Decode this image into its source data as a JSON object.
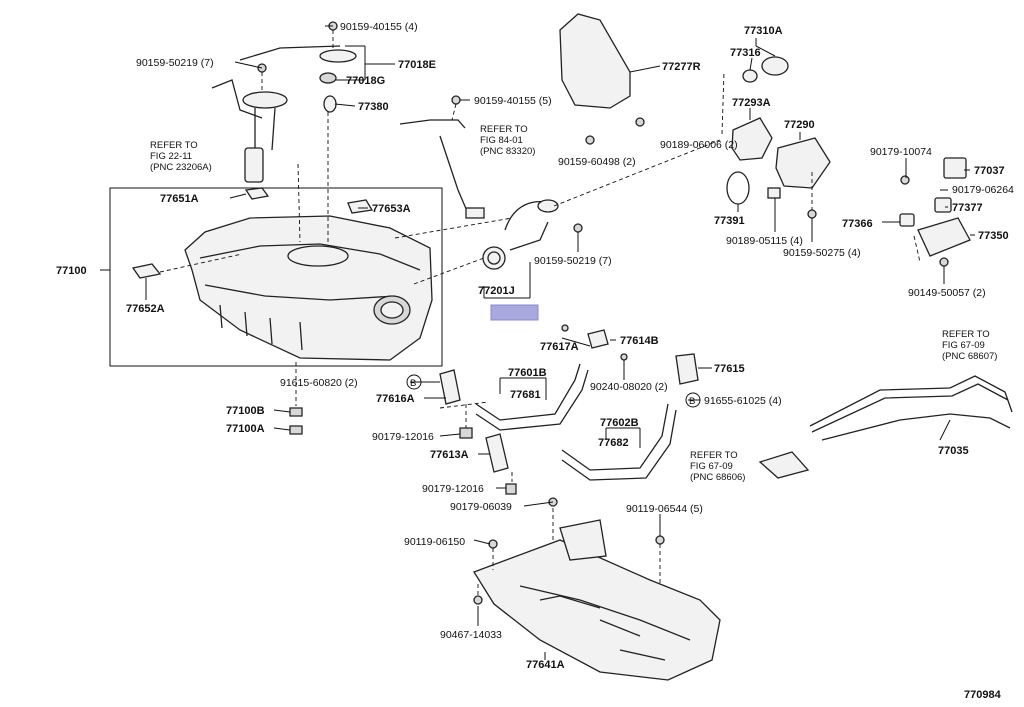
{
  "diagram_id": "770984",
  "refer_notes": [
    {
      "id": "ref-fig-22-11",
      "lines": [
        "REFER TO",
        "FIG 22-11",
        "(PNC 23206A)"
      ]
    },
    {
      "id": "ref-fig-84-01",
      "lines": [
        "REFER TO",
        "FIG 84-01",
        "(PNC 83320)"
      ]
    },
    {
      "id": "ref-fig-67-09-a",
      "lines": [
        "REFER TO",
        "FIG 67-09",
        "(PNC 68607)"
      ]
    },
    {
      "id": "ref-fig-67-09-b",
      "lines": [
        "REFER TO",
        "FIG 67-09",
        "(PNC 68606)"
      ]
    }
  ],
  "labels": {
    "p90159_40155_4": "90159-40155 (4)",
    "p90159_50219_7a": "90159-50219 (7)",
    "p77018E": "77018E",
    "p77018G": "77018G",
    "p77380": "77380",
    "p90159_40155_5": "90159-40155 (5)",
    "p77277R": "77277R",
    "p77310A": "77310A",
    "p77316": "77316",
    "p90189_06006_2": "90189-06006 (2)",
    "p90159_60498_2": "90159-60498 (2)",
    "p77293A": "77293A",
    "p77290": "77290",
    "p90179_10074": "90179-10074",
    "p77037": "77037",
    "p90179_06264": "90179-06264",
    "p77377": "77377",
    "p77366": "77366",
    "p77350": "77350",
    "p90149_50057_2": "90149-50057 (2)",
    "p77391": "77391",
    "p90189_05115_4": "90189-05115 (4)",
    "p90159_50275_4": "90159-50275 (4)",
    "p77651A": "77651A",
    "p77653A": "77653A",
    "p77100": "77100",
    "p77652A": "77652A",
    "p90159_50219_7b": "90159-50219 (7)",
    "p77201J": "77201J",
    "p77617A": "77617A",
    "p77614B": "77614B",
    "p77601B": "77601B",
    "p77681": "77681",
    "p90240_08020_2": "90240-08020 (2)",
    "p77615": "77615",
    "p91615_60820_2": "91615-60820 (2)",
    "p77616A": "77616A",
    "p91655_61025_4": "91655-61025 (4)",
    "p77100B": "77100B",
    "p77100A": "77100A",
    "p90179_12016a": "90179-12016",
    "p77602B": "77602B",
    "p77682": "77682",
    "p77613A": "77613A",
    "p90179_12016b": "90179-12016",
    "p77035": "77035",
    "p90179_06039": "90179-06039",
    "p90119_06544_5": "90119-06544 (5)",
    "p90119_06150": "90119-06150",
    "p90467_14033": "90467-14033",
    "p77641A": "77641A"
  },
  "markers": {
    "b1": "B",
    "b2": "B"
  },
  "colors": {
    "line": "#111111",
    "highlight": "#a9a9e0"
  }
}
